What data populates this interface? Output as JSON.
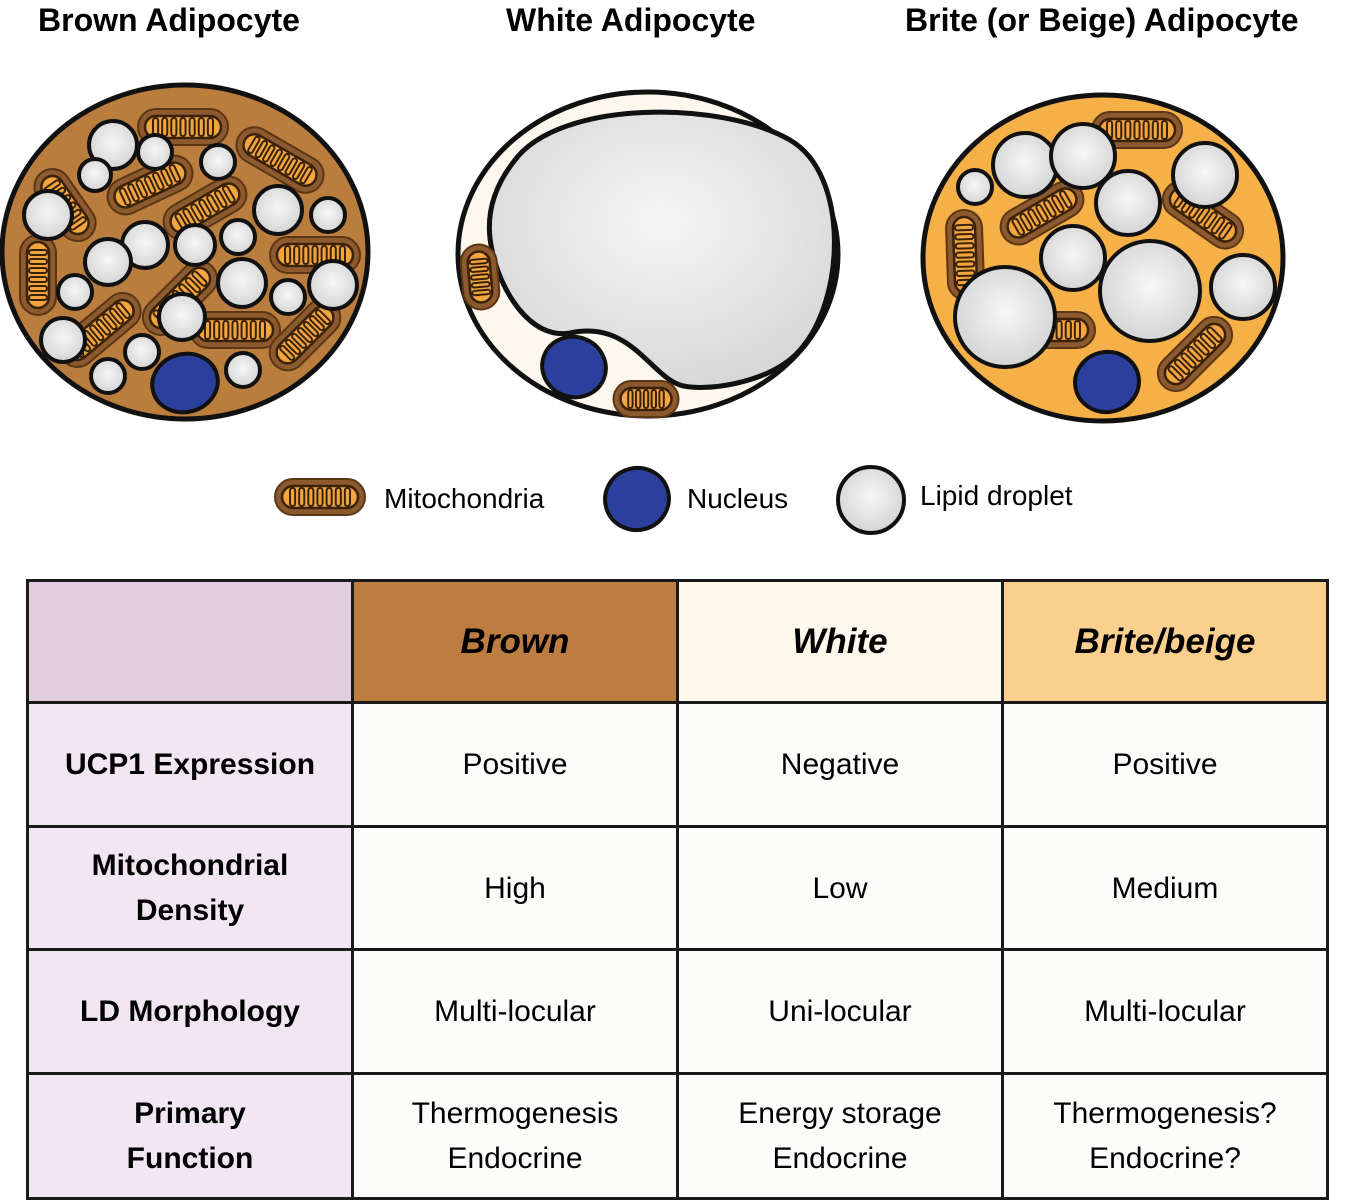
{
  "titles": {
    "brown": "Brown Adipocyte",
    "white": "White Adipocyte",
    "brite": "Brite (or Beige) Adipocyte"
  },
  "legend": {
    "mitochondria": "Mitochondria",
    "nucleus": "Nucleus",
    "lipid_droplet": "Lipid droplet"
  },
  "colors": {
    "brown_cytoplasm": "#b97d3e",
    "white_cytoplasm": "#fcf8ee",
    "brite_cytoplasm": "#f6b048",
    "mitochondria_fill": "#8c5a2e",
    "mitochondria_inner": "#f3a640",
    "nucleus": "#2b3f9c",
    "lipid_droplet": "#e8e8e8",
    "header_corner": "#e0cde0",
    "header_brown": "#bd7d40",
    "header_white": "#fdf8ec",
    "header_brite": "#fbd08f",
    "row_header": "#f1e6f1"
  },
  "table": {
    "columns": [
      "",
      "Brown",
      "White",
      "Brite/beige"
    ],
    "rows": [
      {
        "label": [
          "UCP1 Expression"
        ],
        "cells": [
          [
            "Positive"
          ],
          [
            "Negative"
          ],
          [
            "Positive"
          ]
        ]
      },
      {
        "label": [
          "Mitochondrial",
          "Density"
        ],
        "cells": [
          [
            "High"
          ],
          [
            "Low"
          ],
          [
            "Medium"
          ]
        ]
      },
      {
        "label": [
          "LD Morphology"
        ],
        "cells": [
          [
            "Multi-locular"
          ],
          [
            "Uni-locular"
          ],
          [
            "Multi-locular"
          ]
        ]
      },
      {
        "label": [
          "Primary",
          "Function"
        ],
        "cells": [
          [
            "Thermogenesis",
            "Endocrine"
          ],
          [
            "Energy storage",
            "Endocrine"
          ],
          [
            "Thermogenesis?",
            "Endocrine?"
          ]
        ]
      }
    ]
  }
}
